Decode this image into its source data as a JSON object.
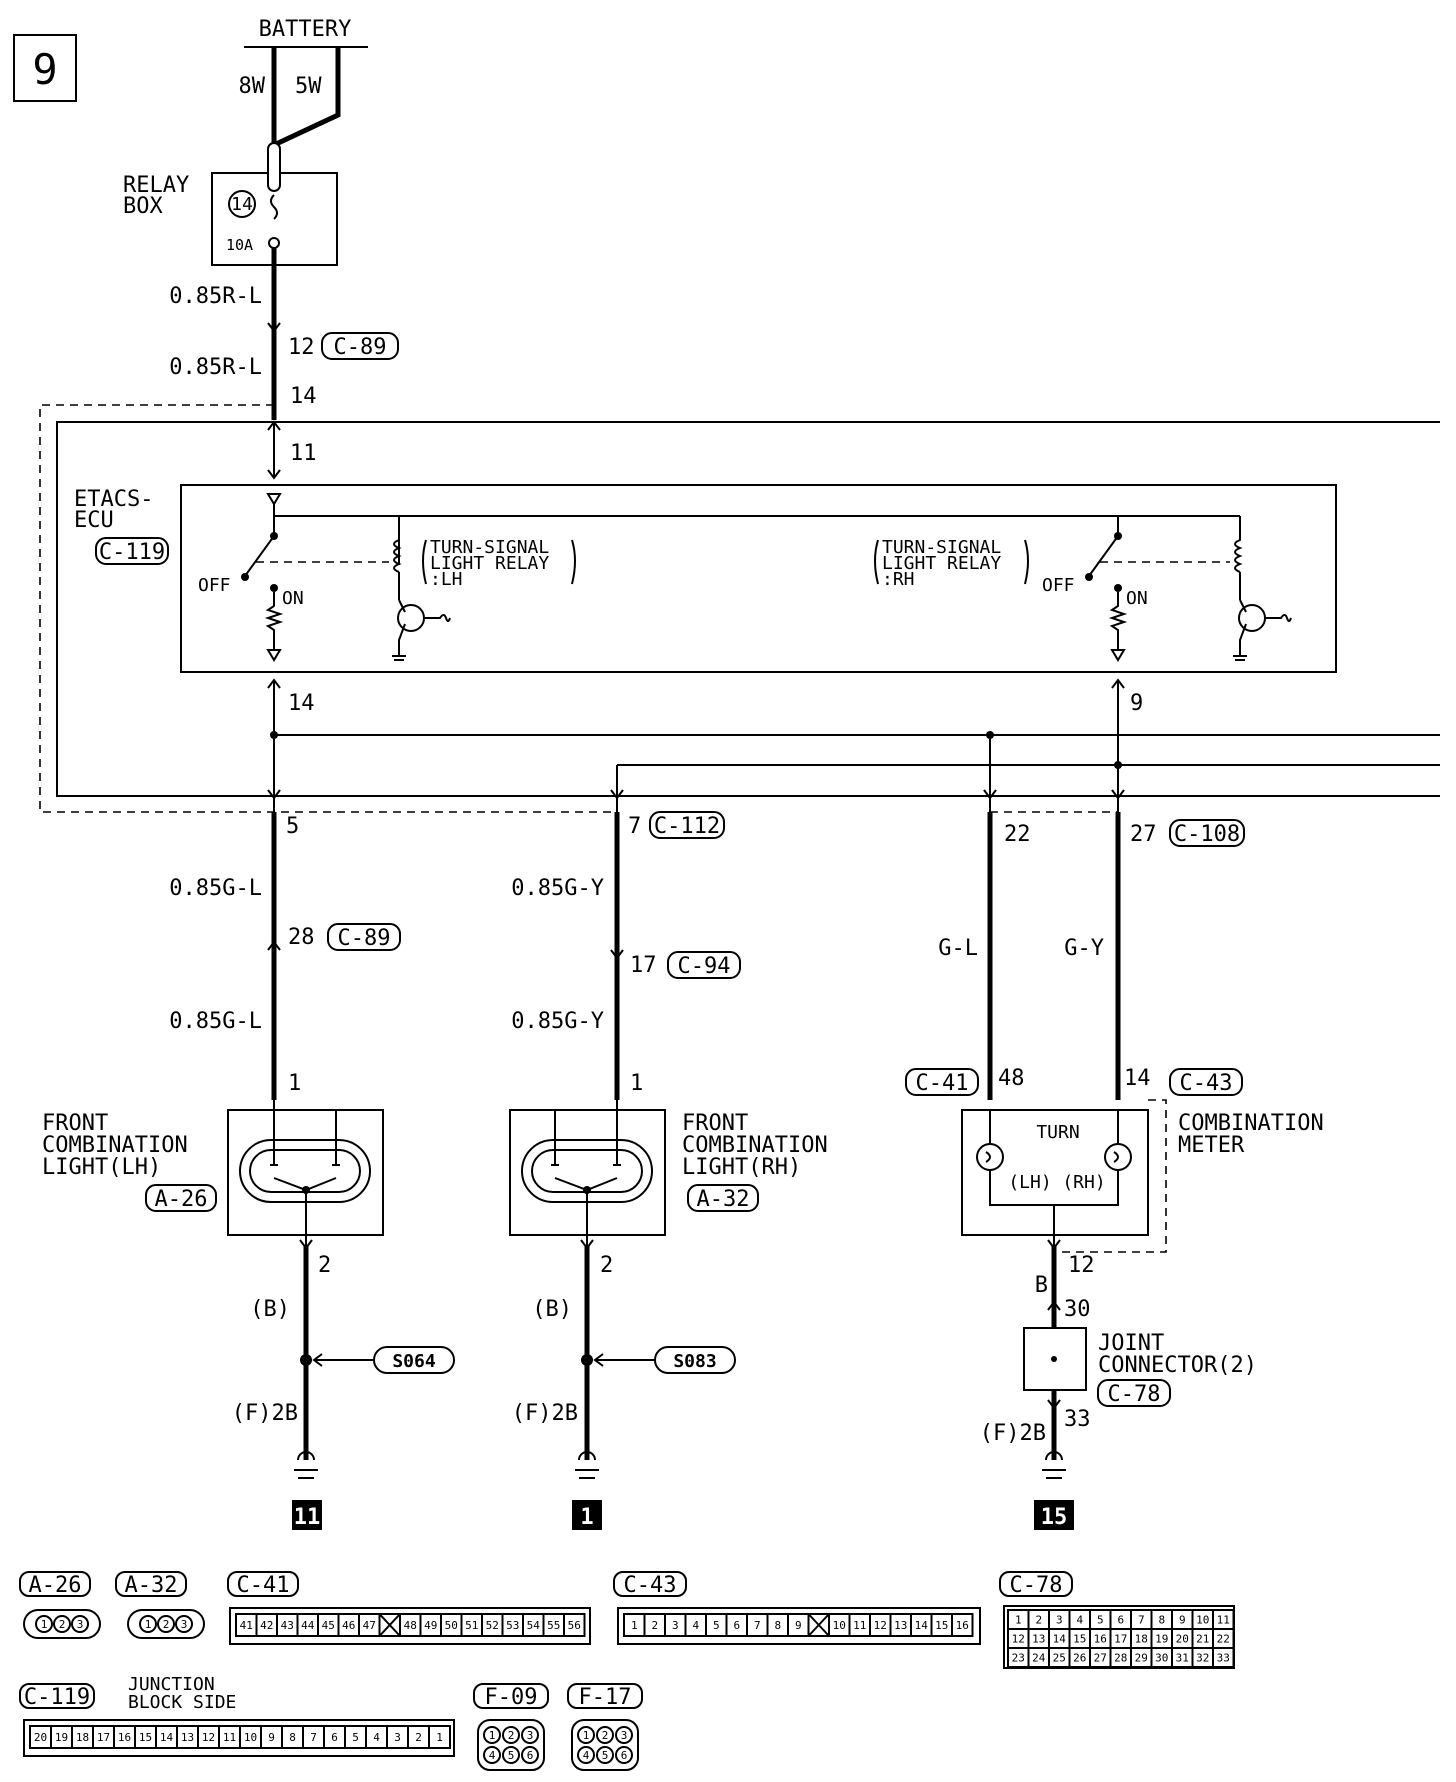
{
  "diagram": {
    "page_number": "9",
    "battery_label": "BATTERY",
    "battery_wires": [
      "8W",
      "5W"
    ],
    "relay_box": {
      "label_1": "RELAY",
      "label_2": "BOX",
      "fuse_number": "14",
      "fuse_rating": "10A"
    },
    "feed_wire": {
      "size_color_1": "0.85R-L",
      "pin": "12",
      "connector": "C-89",
      "size_color_2": "0.85R-L",
      "pin_2": "14",
      "pin_3": "11"
    },
    "ecu": {
      "label_1": "ETACS-",
      "label_2": "ECU",
      "connector": "C-119",
      "relay_lh": {
        "line_1": "TURN-SIGNAL",
        "line_2": "LIGHT RELAY",
        "line_3": ":LH"
      },
      "relay_rh": {
        "line_1": "TURN-SIGNAL",
        "line_2": "LIGHT RELAY",
        "line_3": ":RH"
      },
      "off": "OFF",
      "on": "ON",
      "pin_lh": "14",
      "pin_rh": "9"
    },
    "lh_circuit": {
      "pin_a": "5",
      "wire_1": "0.85G-L",
      "pin_b": "28",
      "connector_b": "C-89",
      "wire_2": "0.85G-L",
      "pin_c": "1",
      "component_1": "FRONT",
      "component_2": "COMBINATION",
      "component_3": "LIGHT(LH)",
      "component_connector": "A-26",
      "ground_pin": "2",
      "ground_wire": "(B)",
      "splice": "S064",
      "ground_wire_2": "(F)2B",
      "ground_point": "11"
    },
    "rh_circuit": {
      "pin_a": "7",
      "connector_a": "C-112",
      "wire_1": "0.85G-Y",
      "pin_b": "17",
      "connector_b": "C-94",
      "wire_2": "0.85G-Y",
      "pin_c": "1",
      "component_1": "FRONT",
      "component_2": "COMBINATION",
      "component_3": "LIGHT(RH)",
      "component_connector": "A-32",
      "ground_pin": "2",
      "ground_wire": "(B)",
      "splice": "S083",
      "ground_wire_2": "(F)2B",
      "ground_point": "1"
    },
    "meter_circuit": {
      "pin_lh": "22",
      "pin_rh": "27",
      "connector_top": "C-108",
      "wire_lh": "G-L",
      "wire_rh": "G-Y",
      "conn_lh": "C-41",
      "pin_meter_lh": "48",
      "pin_meter_rh": "14",
      "conn_rh": "C-43",
      "meter_turn": "TURN",
      "meter_lh": "(LH)",
      "meter_rh": "(RH)",
      "component_1": "COMBINATION",
      "component_2": "METER",
      "pin_out": "12",
      "wire_out": "B",
      "jc_pin_in": "30",
      "jc_1": "JOINT",
      "jc_2": "CONNECTOR(2)",
      "jc_connector": "C-78",
      "jc_pin_out": "33",
      "ground_wire_2": "(F)2B",
      "ground_point": "15"
    }
  },
  "connectors": {
    "a26": {
      "label": "A-26",
      "pins": [
        "1",
        "2",
        "3"
      ]
    },
    "a32": {
      "label": "A-32",
      "pins": [
        "1",
        "2",
        "3"
      ]
    },
    "c41": {
      "label": "C-41",
      "pins": [
        "41",
        "42",
        "43",
        "44",
        "45",
        "46",
        "47",
        "X",
        "48",
        "49",
        "50",
        "51",
        "52",
        "53",
        "54",
        "55",
        "56"
      ]
    },
    "c43": {
      "label": "C-43",
      "pins": [
        "1",
        "2",
        "3",
        "4",
        "5",
        "6",
        "7",
        "8",
        "9",
        "X",
        "10",
        "11",
        "12",
        "13",
        "14",
        "15",
        "16"
      ]
    },
    "c78": {
      "label": "C-78",
      "rows": [
        [
          "1",
          "2",
          "3",
          "4",
          "5",
          "6",
          "7",
          "8",
          "9",
          "10",
          "11"
        ],
        [
          "12",
          "13",
          "14",
          "15",
          "16",
          "17",
          "18",
          "19",
          "20",
          "21",
          "22"
        ],
        [
          "23",
          "24",
          "25",
          "26",
          "27",
          "28",
          "29",
          "30",
          "31",
          "32",
          "33"
        ]
      ]
    },
    "c119": {
      "label": "C-119",
      "side_1": "JUNCTION",
      "side_2": "BLOCK SIDE",
      "pins": [
        "20",
        "19",
        "18",
        "17",
        "16",
        "15",
        "14",
        "13",
        "12",
        "11",
        "10",
        "9",
        "8",
        "7",
        "6",
        "5",
        "4",
        "3",
        "2",
        "1"
      ]
    },
    "f09": {
      "label": "F-09",
      "pins": [
        "1",
        "2",
        "3",
        "4",
        "5",
        "6"
      ]
    },
    "f17": {
      "label": "F-17",
      "pins": [
        "1",
        "2",
        "3",
        "4",
        "5",
        "6"
      ]
    }
  }
}
